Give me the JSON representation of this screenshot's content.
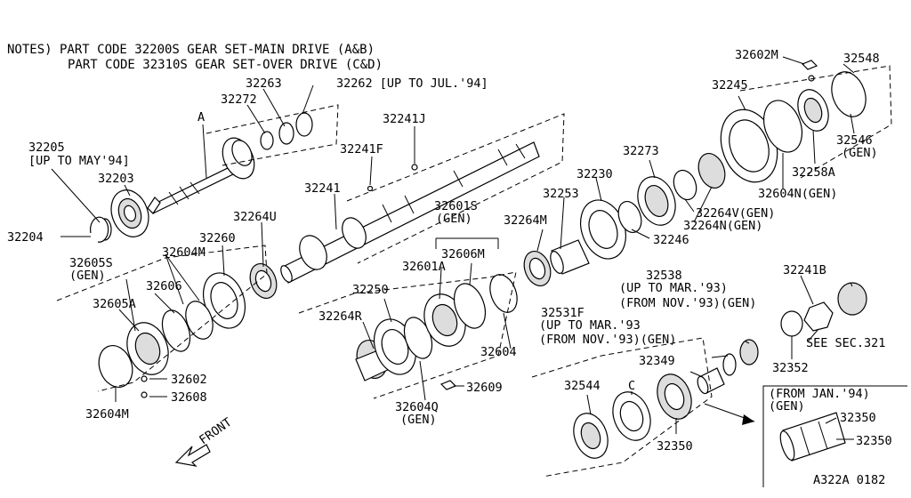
{
  "notes": {
    "line1": "NOTES) PART CODE 32200S GEAR SET-MAIN DRIVE (A&B)",
    "line2": "PART CODE 32310S GEAR SET-OVER DRIVE (C&D)"
  },
  "labels": {
    "p32205": "32205",
    "p32205_note": "[UP TO MAY'94]",
    "p32203": "32203",
    "p32204": "32204",
    "pA": "A",
    "p32272": "32272",
    "p32263": "32263",
    "p32262": "32262 [UP TO JUL.'94]",
    "p32241J": "32241J",
    "p32241F": "32241F",
    "p32241": "32241",
    "p32264U": "32264U",
    "p32260": "32260",
    "p32604M_top": "32604M",
    "p32605S": "32605S",
    "p32605S_gen": "(GEN)",
    "p32606": "32606",
    "p32605A": "32605A",
    "p32602": "32602",
    "p32608": "32608",
    "p32604M_bot": "32604M",
    "p32250": "32250",
    "p32264R": "32264R",
    "p32601S": "32601S",
    "p32601S_gen": "(GEN)",
    "p32606M": "32606M",
    "p32601A": "32601A",
    "p32264M": "32264M",
    "p32253": "32253",
    "p32230": "32230",
    "p32273": "32273",
    "p32246": "32246",
    "p32264V": "32264V(GEN)",
    "p32264N": "32264N(GEN)",
    "p32604": "32604",
    "p32609": "32609",
    "p32604Q": "32604Q",
    "p32604Q_gen": "(GEN)",
    "p32602M": "32602M",
    "p32548": "32548",
    "p32245": "32245",
    "p32546": "32546",
    "p32546_gen": "(GEN)",
    "p32258A": "32258A",
    "p32604N": "32604N(GEN)",
    "p32538": "32538",
    "p32538_n1": "(UP TO MAR.'93)",
    "p32538_n2": "(FROM NOV.'93)(GEN)",
    "p32531F": "32531F",
    "p32531F_n1": "(UP TO MAR.'93",
    "p32531F_n2": "(FROM NOV.'93)(GEN)",
    "p32349": "32349",
    "p32544": "32544",
    "pC": "C",
    "p32350_bot": "32350",
    "p32241B": "32241B",
    "see_sec": "SEE SEC.321",
    "p32352": "32352",
    "inset_n1": "(FROM JAN.'94)",
    "inset_n2": "(GEN)",
    "p32350_a": "32350",
    "p32350_b": "32350",
    "front": "FRONT",
    "ref": "A322A 0182"
  }
}
